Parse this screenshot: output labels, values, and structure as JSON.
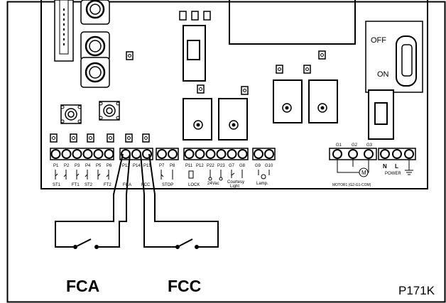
{
  "labels": {
    "switch_fca": "FCA",
    "switch_fcc": "FCC",
    "figure_ref": "P171K",
    "off": "OFF",
    "on": "ON"
  },
  "terminals": {
    "top": [
      "P1",
      "P2",
      "P3",
      "P4",
      "P5",
      "P6",
      "P13",
      "P14",
      "P15",
      "P7",
      "P8",
      "P11",
      "P12",
      "P22",
      "P23",
      "G7",
      "G8",
      "G9",
      "G10"
    ],
    "groups": [
      "ST1",
      "FT1",
      "ST2",
      "FT2",
      "FCA",
      "FCC",
      "STOP",
      "LOCK",
      "24Vac",
      "Courtesy",
      "Light",
      "Lamp."
    ],
    "motor_top": [
      "G1",
      "G2",
      "G3"
    ],
    "motor_label": "MOTOR1 (G2-G1-COM)",
    "power_top": [
      "N",
      "L"
    ],
    "power_label": "POWER",
    "motor_symbol": "M"
  }
}
